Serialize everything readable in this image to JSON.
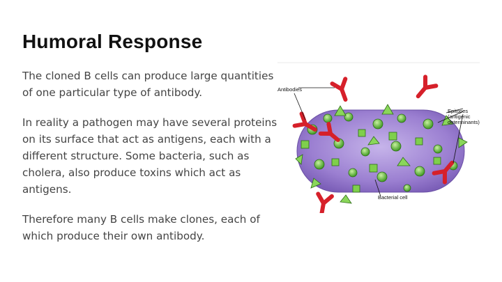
{
  "slide": {
    "title": "Humoral Response",
    "paragraphs": [
      "The cloned B cells can produce large quantities of one particular type of antibody.",
      "In reality a pathogen may have several proteins on its surface that act as antigens, each with a different structure.  Some bacteria, such as cholera, also produce toxins which act as antigens.",
      "Therefore many B cells make clones, each of which produce their own antibody."
    ]
  },
  "figure": {
    "label_antibodies": "Antibodies",
    "label_epitopes": "Epitopes",
    "label_antigenic_1": "(antigenic",
    "label_antigenic_2": "determinants)",
    "label_bacterial_cell": "Bacterial cell",
    "colors": {
      "cell": "#9b7fd1",
      "antigen": "#6fbf3f",
      "antibody": "#d6202a"
    }
  }
}
